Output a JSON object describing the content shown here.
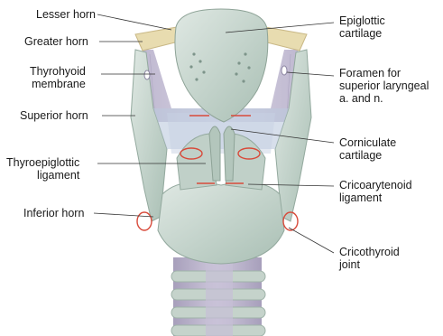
{
  "labels_left": [
    {
      "id": "lesser-horn",
      "text": "Lesser horn"
    },
    {
      "id": "greater-horn",
      "text": "Greater horn"
    },
    {
      "id": "thyrohyoid-membrane",
      "text": "Thyrohyoid\nmembrane"
    },
    {
      "id": "superior-horn",
      "text": "Superior horn"
    },
    {
      "id": "thyroepiglottic-ligament",
      "text": "Thyroepiglottic\nligament"
    },
    {
      "id": "inferior-horn",
      "text": "Inferior horn"
    }
  ],
  "labels_right": [
    {
      "id": "epiglottic-cartilage",
      "text": "Epiglottic\ncartilage"
    },
    {
      "id": "foramen",
      "text": "Foramen for\nsuperior laryngeal\na. and n."
    },
    {
      "id": "corniculate-cartilage",
      "text": "Corniculate\ncartilage"
    },
    {
      "id": "cricoarytenoid-ligament",
      "text": "Cricoarytenoid\nligament"
    },
    {
      "id": "cricothyroid-joint",
      "text": "Cricothyroid\njoint"
    }
  ],
  "colors": {
    "cartilage": "#c9d7d0",
    "cartilage_shade": "#a8bdb3",
    "membrane": "#c9c4d6",
    "bone": "#e8dcb0",
    "trachea": "#b9b2c9",
    "arrow": "#d84a3a",
    "leader": "#333333"
  }
}
